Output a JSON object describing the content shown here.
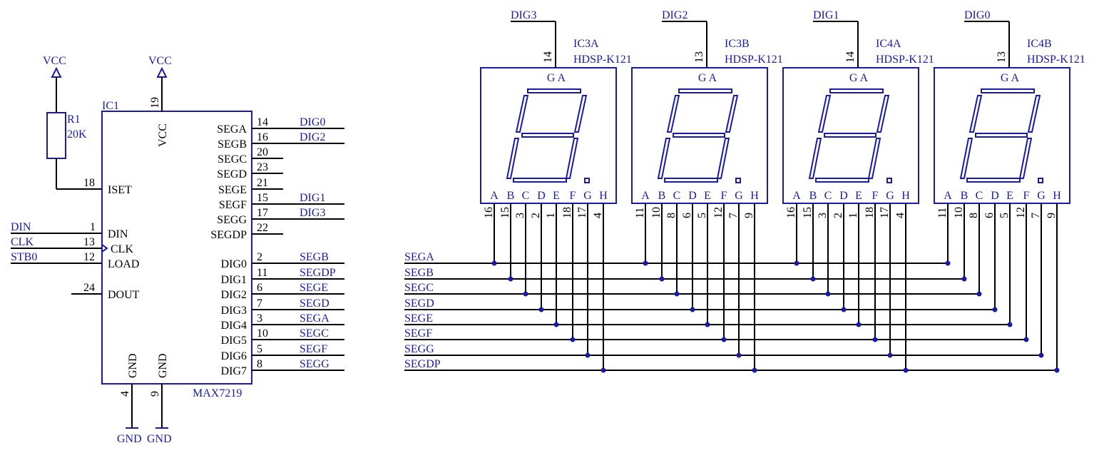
{
  "colors": {
    "wire": "#000000",
    "component": "#1a1aaa",
    "background": "#ffffff"
  },
  "power": {
    "vcc_label": "VCC",
    "gnd_label": "GND"
  },
  "resistor": {
    "ref": "R1",
    "value": "20K"
  },
  "ic1": {
    "ref": "IC1",
    "part": "MAX7219",
    "vcc_pin": {
      "num": "19",
      "name": "VCC"
    },
    "gnd_pins": [
      {
        "num": "4",
        "name": "GND"
      },
      {
        "num": "9",
        "name": "GND"
      }
    ],
    "left_pins": [
      {
        "num": "18",
        "name": "ISET",
        "net": ""
      },
      {
        "num": "1",
        "name": "DIN",
        "net": "DIN"
      },
      {
        "num": "13",
        "name": "CLK",
        "net": "CLK"
      },
      {
        "num": "12",
        "name": "LOAD",
        "net": "STB0"
      },
      {
        "num": "24",
        "name": "DOUT",
        "net": ""
      }
    ],
    "right_pins": [
      {
        "num": "14",
        "name": "SEGA",
        "net": "DIG0"
      },
      {
        "num": "16",
        "name": "SEGB",
        "net": "DIG2"
      },
      {
        "num": "20",
        "name": "SEGC",
        "net": ""
      },
      {
        "num": "23",
        "name": "SEGD",
        "net": ""
      },
      {
        "num": "21",
        "name": "SEGE",
        "net": ""
      },
      {
        "num": "15",
        "name": "SEGF",
        "net": "DIG1"
      },
      {
        "num": "17",
        "name": "SEGG",
        "net": "DIG3"
      },
      {
        "num": "22",
        "name": "SEGDP",
        "net": ""
      },
      {
        "num": "2",
        "name": "DIG0",
        "net": "SEGB"
      },
      {
        "num": "11",
        "name": "DIG1",
        "net": "SEGDP"
      },
      {
        "num": "6",
        "name": "DIG2",
        "net": "SEGE"
      },
      {
        "num": "7",
        "name": "DIG3",
        "net": "SEGD"
      },
      {
        "num": "3",
        "name": "DIG4",
        "net": "SEGA"
      },
      {
        "num": "10",
        "name": "DIG5",
        "net": "SEGC"
      },
      {
        "num": "5",
        "name": "DIG6",
        "net": "SEGF"
      },
      {
        "num": "8",
        "name": "DIG7",
        "net": "SEGG"
      }
    ]
  },
  "bus_labels": [
    "SEGA",
    "SEGB",
    "SEGC",
    "SEGD",
    "SEGE",
    "SEGF",
    "SEGG",
    "SEGDP"
  ],
  "segment_letters": [
    "A",
    "B",
    "C",
    "D",
    "E",
    "F",
    "G",
    "H"
  ],
  "top_letters": "G A",
  "displays": [
    {
      "ref": "IC3A",
      "part": "HDSP-K121",
      "digit": "DIG3",
      "common_pin": "14",
      "pins": [
        "16",
        "15",
        "3",
        "2",
        "1",
        "18",
        "17",
        "4"
      ]
    },
    {
      "ref": "IC3B",
      "part": "HDSP-K121",
      "digit": "DIG2",
      "common_pin": "13",
      "pins": [
        "11",
        "10",
        "8",
        "6",
        "5",
        "12",
        "7",
        "9"
      ]
    },
    {
      "ref": "IC4A",
      "part": "HDSP-K121",
      "digit": "DIG1",
      "common_pin": "14",
      "pins": [
        "16",
        "15",
        "3",
        "2",
        "1",
        "18",
        "17",
        "4"
      ]
    },
    {
      "ref": "IC4B",
      "part": "HDSP-K121",
      "digit": "DIG0",
      "common_pin": "13",
      "pins": [
        "11",
        "10",
        "8",
        "6",
        "5",
        "12",
        "7",
        "9"
      ]
    }
  ]
}
